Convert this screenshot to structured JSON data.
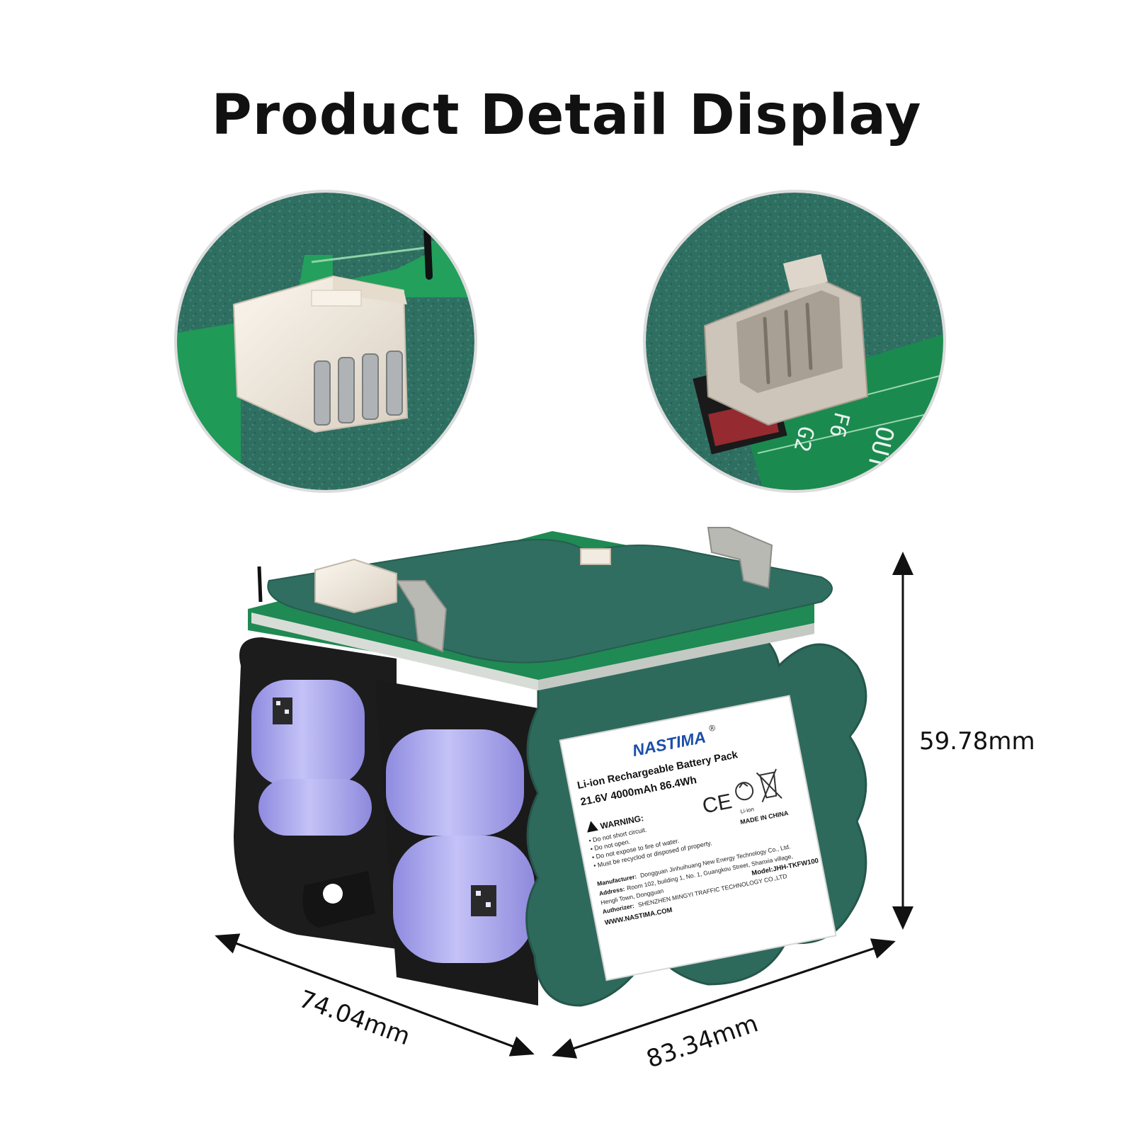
{
  "title": "Product Detail Display",
  "dimensions": {
    "height": "59.78mm",
    "depth": "74.04mm",
    "width": "83.34mm"
  },
  "label": {
    "brand": "NASTIMA",
    "registered": "®",
    "product": "Li-ion Rechargeable Battery Pack",
    "spec": "21.6V 4000mAh 86.4Wh",
    "warning_title": "WARNING:",
    "warnings": [
      "• Do not short circuit.",
      "• Do not open.",
      "• Do not expose to fire of water.",
      "• Must be recyclod or disposed of property."
    ],
    "manufacturer_key": "Manufacturer:",
    "manufacturer": "Dongguan Jinhuihuang New Energy Technology Co., Ltd.",
    "address_key": "Address:",
    "address_1": "Room 102, building 1, No. 1, Guangkou Street, Shanxia village,",
    "address_2": "Hengli Town, Dongguan",
    "authorizer_key": "Authorizer:",
    "authorizer": "SHENZHEN MINGYI TRAFFIC TECHNOLOGY CO.,LTD",
    "model": "Model:JHH-TKFW100",
    "website": "WWW.NASTIMA.COM",
    "ce_mark": "CE",
    "liion_tag": "Li-ion",
    "origin": "MADE IN CHINA"
  },
  "pcb_silkscreen": {
    "zoom_right_1": "OUTY",
    "zoom_right_2": "F6",
    "zoom_right_3": "G2"
  },
  "colors": {
    "pcb_green": "#2f7a66",
    "insulator_green": "#2e6a5c",
    "cell_blue": "#a9a6ee",
    "holder_black": "#1c1c1c",
    "connector": "#efe7dc",
    "nickel": "#b9b9b4"
  }
}
